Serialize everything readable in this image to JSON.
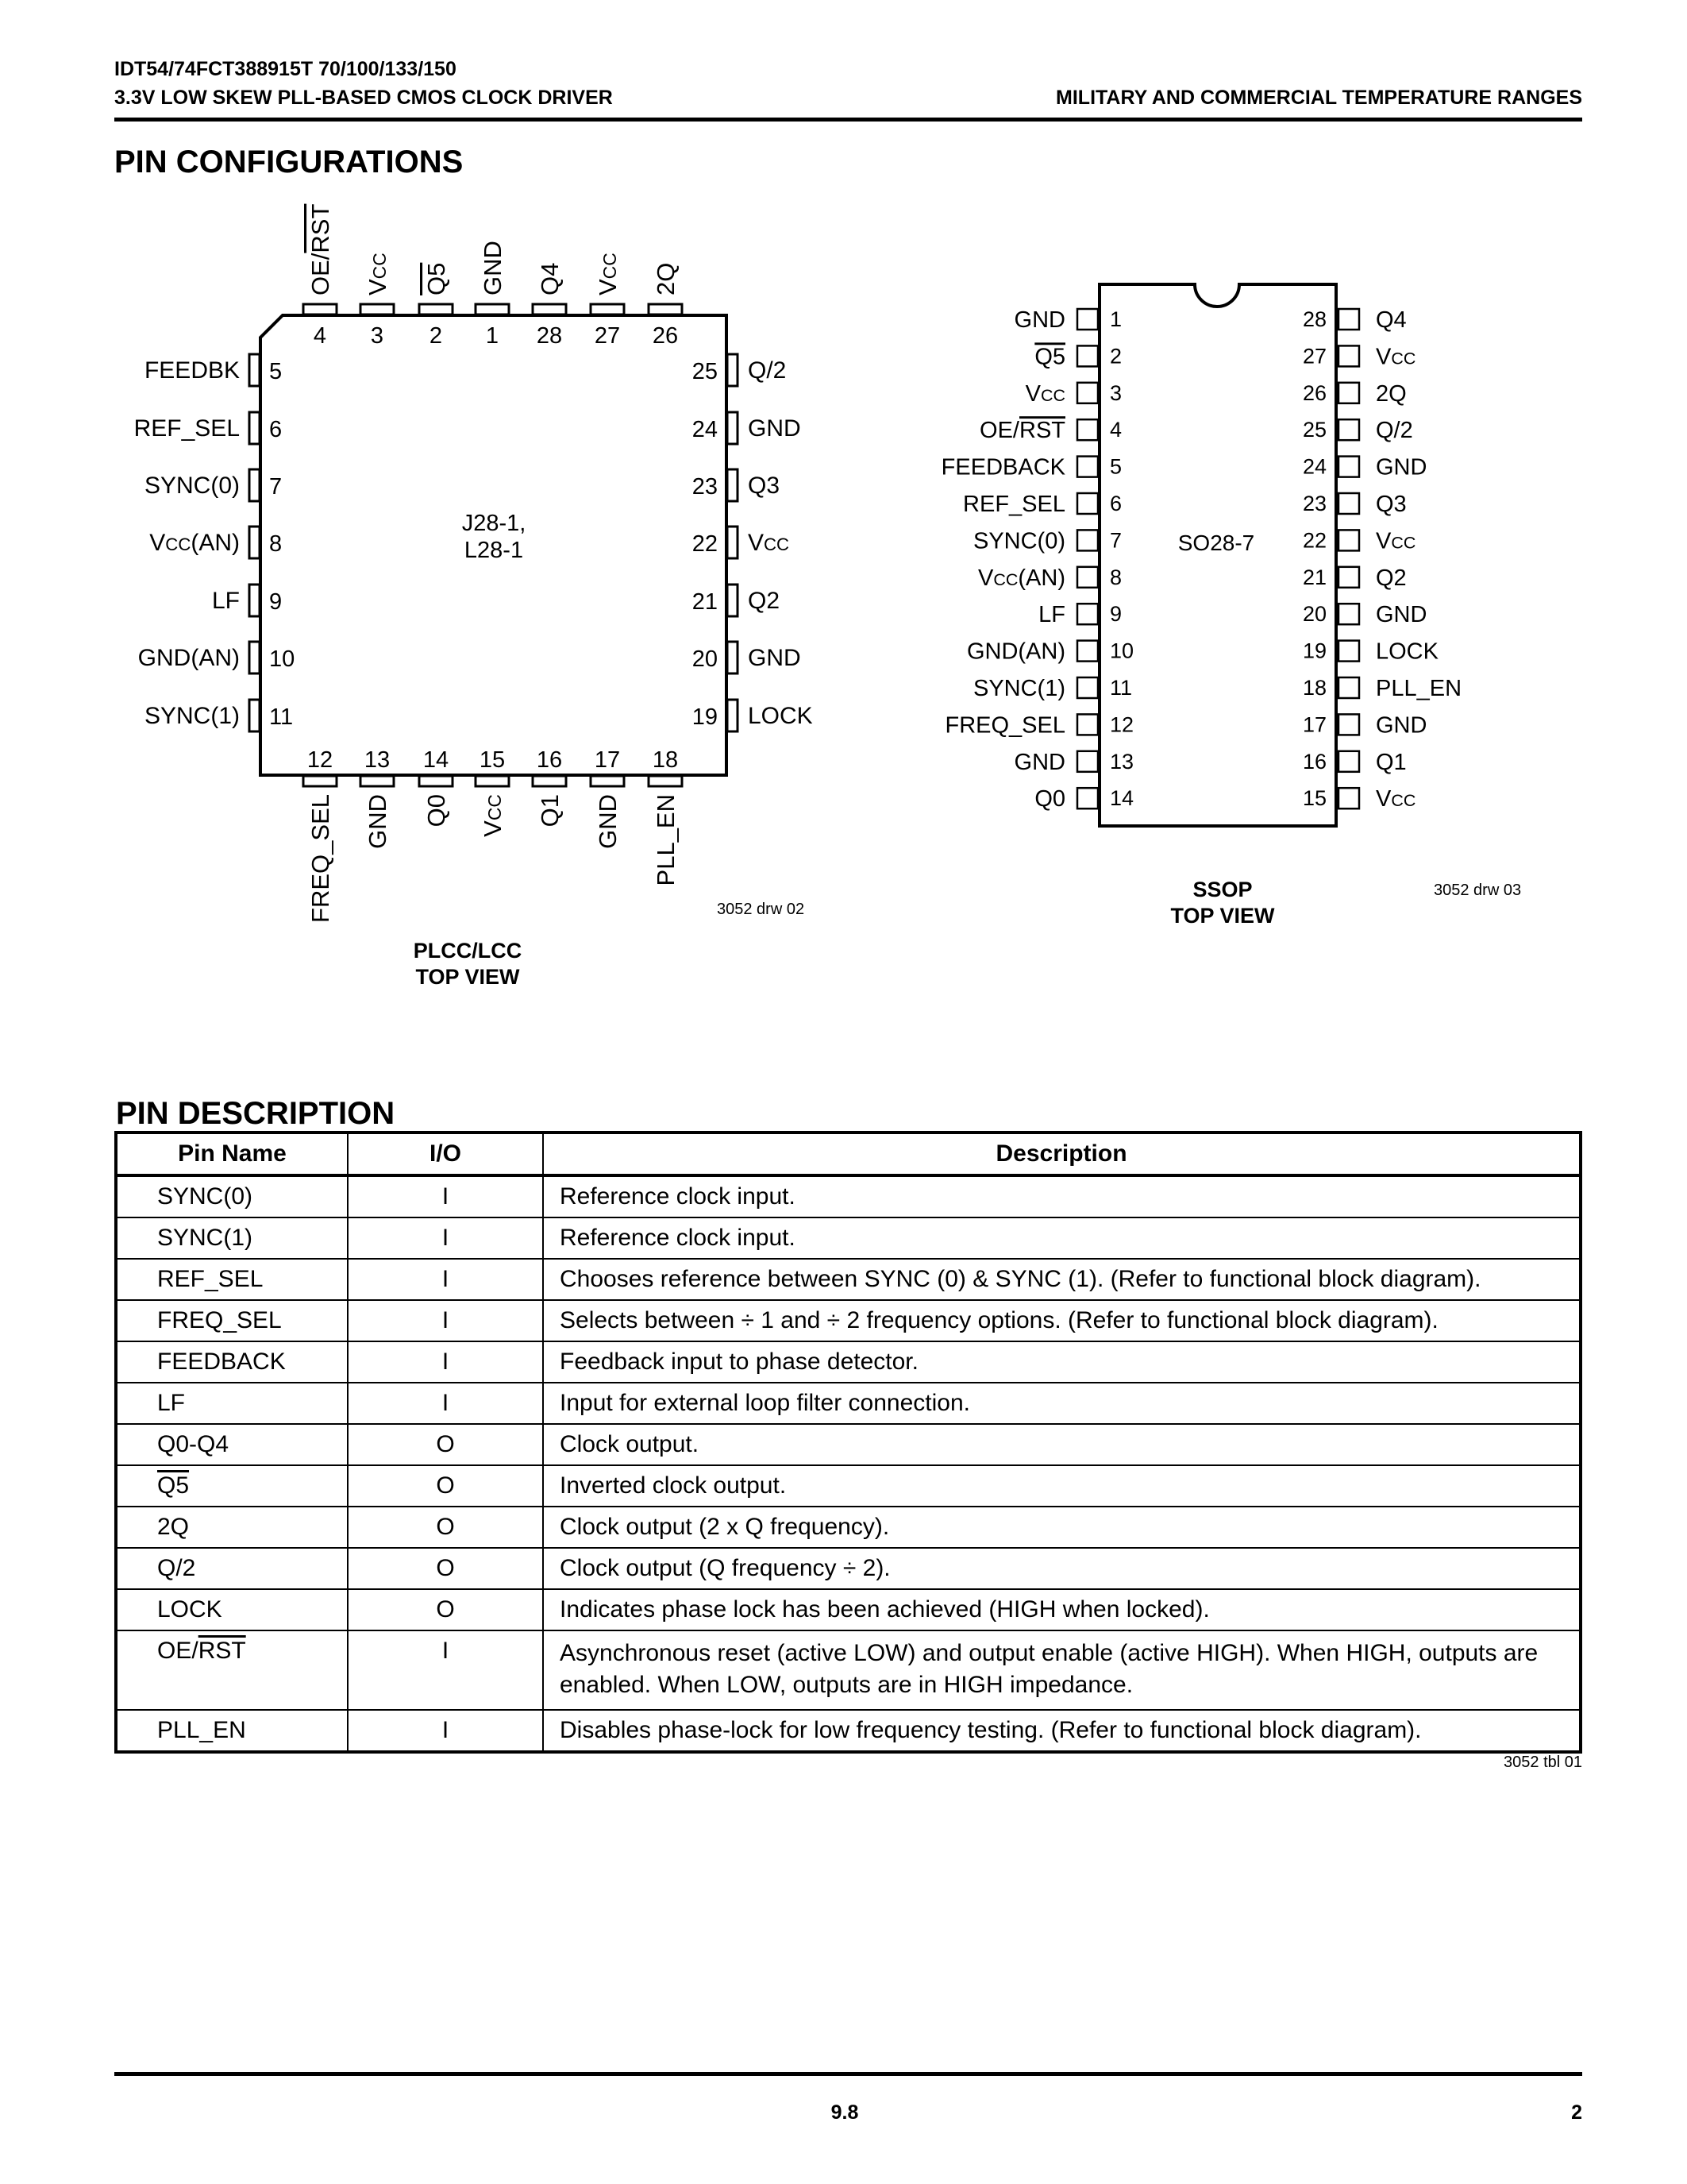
{
  "header": {
    "part_number": "IDT54/74FCT388915T 70/100/133/150",
    "subtitle": "3.3V LOW SKEW PLL-BASED CMOS CLOCK DRIVER",
    "temperature": "MILITARY AND COMMERCIAL TEMPERATURE RANGES"
  },
  "pin_configurations": {
    "title": "PIN CONFIGURATIONS",
    "plcc": {
      "package_code": "J28-1,",
      "package_code2": "L28-1",
      "drawing_ref": "3052 drw 02",
      "caption_line1": "PLCC/LCC",
      "caption_line2": "TOP VIEW",
      "top_pins": [
        {
          "num": "4",
          "name": "OE/",
          "name_bar": "RST"
        },
        {
          "num": "3",
          "name": "VCC"
        },
        {
          "num": "2",
          "name": "",
          "name_bar": "Q5"
        },
        {
          "num": "1",
          "name": "GND"
        },
        {
          "num": "28",
          "name": "Q4"
        },
        {
          "num": "27",
          "name": "VCC"
        },
        {
          "num": "26",
          "name": "2Q"
        }
      ],
      "left_pins": [
        {
          "num": "5",
          "name": "FEEDBK"
        },
        {
          "num": "6",
          "name": "REF_SEL"
        },
        {
          "num": "7",
          "name": "SYNC(0)"
        },
        {
          "num": "8",
          "name": "VCC(AN)"
        },
        {
          "num": "9",
          "name": "LF"
        },
        {
          "num": "10",
          "name": "GND(AN)"
        },
        {
          "num": "11",
          "name": "SYNC(1)"
        }
      ],
      "right_pins": [
        {
          "num": "25",
          "name": "Q/2"
        },
        {
          "num": "24",
          "name": "GND"
        },
        {
          "num": "23",
          "name": "Q3"
        },
        {
          "num": "22",
          "name": "VCC"
        },
        {
          "num": "21",
          "name": "Q2"
        },
        {
          "num": "20",
          "name": "GND"
        },
        {
          "num": "19",
          "name": "LOCK"
        }
      ],
      "bottom_pins": [
        {
          "num": "12",
          "name": "FREQ_SEL"
        },
        {
          "num": "13",
          "name": "GND"
        },
        {
          "num": "14",
          "name": "Q0"
        },
        {
          "num": "15",
          "name": "VCC"
        },
        {
          "num": "16",
          "name": "Q1"
        },
        {
          "num": "17",
          "name": "GND"
        },
        {
          "num": "18",
          "name": "PLL_EN"
        }
      ]
    },
    "ssop": {
      "package_code": "SO28-7",
      "drawing_ref": "3052 drw 03",
      "caption_line1": "SSOP",
      "caption_line2": "TOP VIEW",
      "left_pins": [
        {
          "num": "1",
          "name": "GND"
        },
        {
          "num": "2",
          "name": "",
          "name_bar": "Q5"
        },
        {
          "num": "3",
          "name": "VCC"
        },
        {
          "num": "4",
          "name": "OE/",
          "name_bar": "RST"
        },
        {
          "num": "5",
          "name": "FEEDBACK"
        },
        {
          "num": "6",
          "name": "REF_SEL"
        },
        {
          "num": "7",
          "name": "SYNC(0)"
        },
        {
          "num": "8",
          "name": "VCC(AN)"
        },
        {
          "num": "9",
          "name": "LF"
        },
        {
          "num": "10",
          "name": "GND(AN)"
        },
        {
          "num": "11",
          "name": "SYNC(1)"
        },
        {
          "num": "12",
          "name": "FREQ_SEL"
        },
        {
          "num": "13",
          "name": "GND"
        },
        {
          "num": "14",
          "name": "Q0"
        }
      ],
      "right_pins": [
        {
          "num": "28",
          "name": "Q4"
        },
        {
          "num": "27",
          "name": "VCC"
        },
        {
          "num": "26",
          "name": "2Q"
        },
        {
          "num": "25",
          "name": "Q/2"
        },
        {
          "num": "24",
          "name": "GND"
        },
        {
          "num": "23",
          "name": "Q3"
        },
        {
          "num": "22",
          "name": "VCC"
        },
        {
          "num": "21",
          "name": "Q2"
        },
        {
          "num": "20",
          "name": "GND"
        },
        {
          "num": "19",
          "name": "LOCK"
        },
        {
          "num": "18",
          "name": "PLL_EN"
        },
        {
          "num": "17",
          "name": "GND"
        },
        {
          "num": "16",
          "name": "Q1"
        },
        {
          "num": "15",
          "name": "VCC"
        }
      ]
    }
  },
  "pin_description": {
    "title": "PIN DESCRIPTION",
    "columns": [
      "Pin Name",
      "I/O",
      "Description"
    ],
    "rows": [
      {
        "name": "SYNC(0)",
        "io": "I",
        "desc": "Reference clock input."
      },
      {
        "name": "SYNC(1)",
        "io": "I",
        "desc": "Reference clock input."
      },
      {
        "name": "REF_SEL",
        "io": "I",
        "desc": "Chooses reference between SYNC (0) & SYNC (1).  (Refer to functional block diagram)."
      },
      {
        "name": "FREQ_SEL",
        "io": "I",
        "desc": "Selects between ÷ 1 and ÷ 2 frequency options.  (Refer to functional block diagram)."
      },
      {
        "name": "FEEDBACK",
        "io": "I",
        "desc": "Feedback input to phase detector."
      },
      {
        "name": "LF",
        "io": "I",
        "desc": "Input for external loop filter connection."
      },
      {
        "name": "Q0-Q4",
        "io": "O",
        "desc": "Clock output."
      },
      {
        "name": "",
        "name_bar": "Q5",
        "io": "O",
        "desc": "Inverted clock output."
      },
      {
        "name": "2Q",
        "io": "O",
        "desc": "Clock output (2 x Q frequency)."
      },
      {
        "name": "Q/2",
        "io": "O",
        "desc": "Clock output (Q frequency ÷ 2)."
      },
      {
        "name": "LOCK",
        "io": "O",
        "desc": "Indicates phase lock has been achieved (HIGH when locked)."
      },
      {
        "name": "OE/",
        "name_bar": "RST",
        "io": "I",
        "desc": "Asynchronous reset (active LOW) and output enable (active HIGH).  When HIGH, outputs are",
        "desc2": "enabled.  When LOW, outputs are in HIGH impedance."
      },
      {
        "name": "PLL_EN",
        "io": "I",
        "desc": "Disables phase-lock for low frequency testing.  (Refer to functional block diagram)."
      }
    ],
    "table_ref": "3052 tbl 01"
  },
  "footer": {
    "section": "9.8",
    "page": "2"
  }
}
